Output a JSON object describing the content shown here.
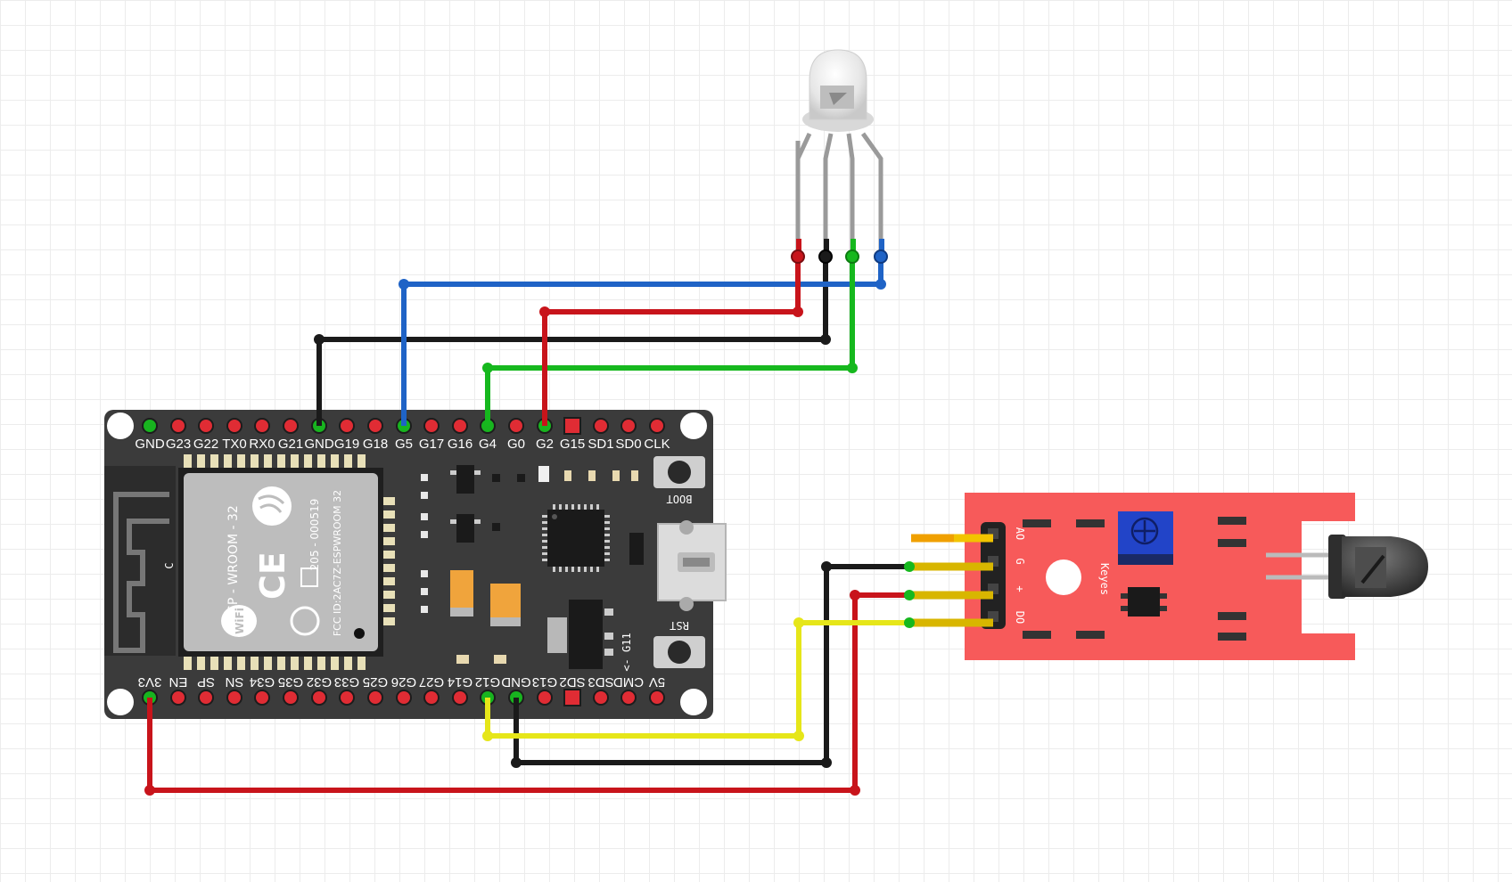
{
  "esp32": {
    "top_pins": [
      "GND",
      "G23",
      "G22",
      "TX0",
      "RX0",
      "G21",
      "GND",
      "G19",
      "G18",
      "G5",
      "G17",
      "G16",
      "G4",
      "G0",
      "G2",
      "G15",
      "SD1",
      "SD0",
      "CLK"
    ],
    "bottom_pins": [
      "3V3",
      "EN",
      "SP",
      "SN",
      "G34",
      "G35",
      "G32",
      "G33",
      "G25",
      "G26",
      "G27",
      "G14",
      "G12",
      "GND",
      "G13",
      "SD2",
      "SD3",
      "CMD",
      "5V"
    ],
    "module_label": "ESP - WROOM - 32",
    "module_fcc": "FCC ID:2AC7Z-ESPWROOM 32",
    "module_cert": "205 - 000519",
    "boot_label": "BOOT",
    "rst_label": "RST",
    "g11_label": "<- G11",
    "c_label": "C"
  },
  "ir_sensor": {
    "pins": [
      "AO",
      "G",
      "+",
      "DO"
    ],
    "brand": "Keyes"
  },
  "colors": {
    "board": "#3a3a3a",
    "sensor_board": "#f75a5a",
    "wire_red": "#c8141b",
    "wire_black": "#1a1a1a",
    "wire_blue": "#1f63c6",
    "wire_green": "#16b81e",
    "wire_yellow": "#e6e619"
  }
}
